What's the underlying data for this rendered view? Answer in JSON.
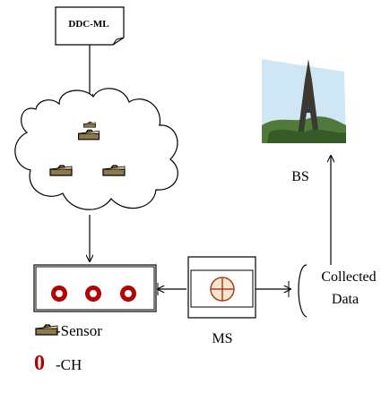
{
  "document_tag": "DDC-ML",
  "bs_label": "BS",
  "ms_label": "MS",
  "collected_data": {
    "line1": "Collected",
    "line2": "Data"
  },
  "legend": {
    "sensor_label": "-Sensor",
    "ch_glyph": "0",
    "ch_label": "-CH"
  },
  "colors": {
    "sensor_fill": "#8c7a4a",
    "ch_ring": "#b30000",
    "ms_symbol": "#b33a1a",
    "sky": "#cfe7f4",
    "foliage": "#4f7a3a",
    "tower": "#3a3a32"
  },
  "icons": [
    "sensor-icon",
    "cluster-head-icon",
    "mobile-sink-icon",
    "eiffel-tower-icon",
    "cloud-icon",
    "document-icon"
  ]
}
